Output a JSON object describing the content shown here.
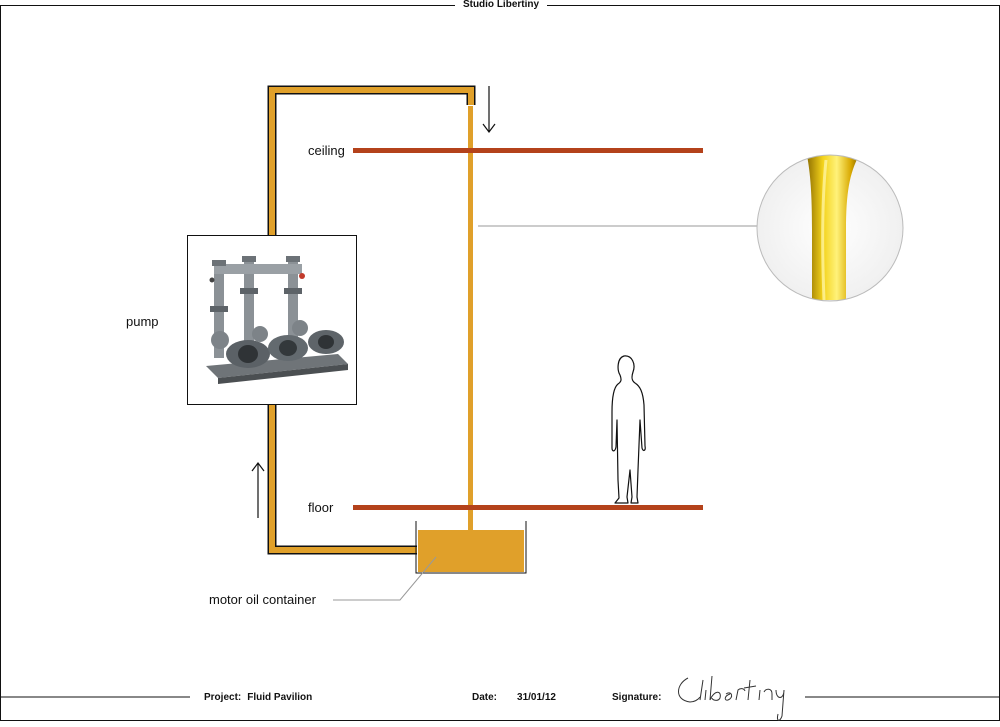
{
  "header": {
    "studio": "Studio Libertiny"
  },
  "labels": {
    "ceiling": "ceiling",
    "floor": "floor",
    "pump": "pump",
    "container": "motor oil container"
  },
  "footer": {
    "project_label": "Project:",
    "project_value": "Fluid Pavilion",
    "date_label": "Date:",
    "date_value": "31/01/12",
    "signature_label": "Signature:",
    "signature_value": "Libertiny"
  },
  "colors": {
    "oil": "#e0a02a",
    "oil_dark": "#2b1a00",
    "slab": "#b4421b",
    "line": "#111111",
    "leader": "#999999"
  }
}
